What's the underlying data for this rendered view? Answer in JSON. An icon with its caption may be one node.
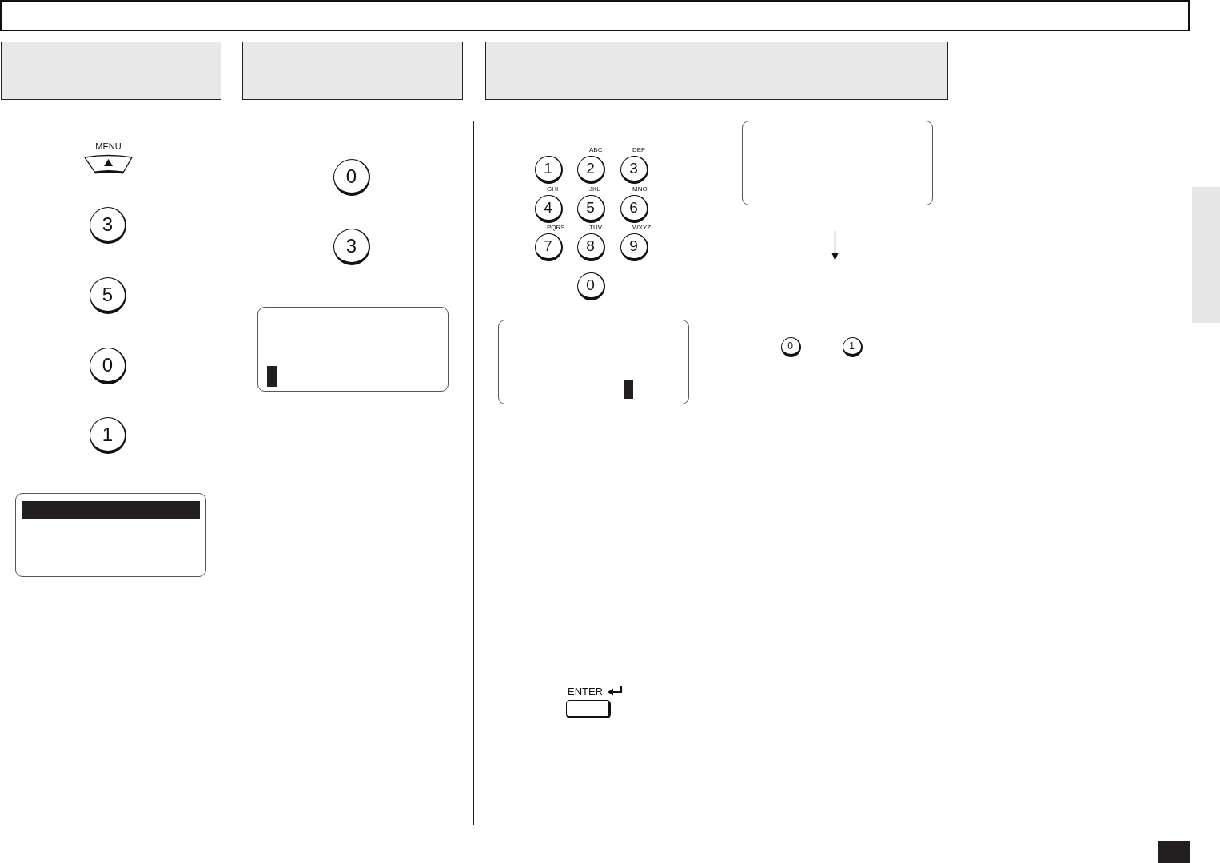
{
  "diagram": {
    "nodes": [
      {
        "text": [],
        "shape": "box"
      },
      {
        "text": [],
        "shape": "box"
      },
      {
        "text": [],
        "shape": "box"
      },
      {
        "text": [],
        "shape": "box"
      },
      {
        "text": [
          "MENU"
        ]
      },
      {
        "text": [
          "3"
        ]
      },
      {
        "text": [
          "5"
        ]
      },
      {
        "text": [
          "0"
        ]
      },
      {
        "text": [
          "1"
        ]
      },
      {
        "text": [],
        "shape": "box"
      },
      {
        "text": [
          "0"
        ]
      },
      {
        "text": [
          "3"
        ]
      },
      {
        "text": [],
        "shape": "box"
      },
      {
        "text": [
          "1"
        ]
      },
      {
        "text": [
          "2"
        ],
        "beside": [
          "ABC"
        ]
      },
      {
        "text": [
          "3"
        ],
        "beside": [
          "DEF"
        ]
      },
      {
        "text": [
          "4"
        ],
        "beside": [
          "GHI"
        ]
      },
      {
        "text": [
          "5"
        ],
        "beside": [
          "JKL"
        ]
      },
      {
        "text": [
          "6"
        ],
        "beside": [
          "MNO"
        ]
      },
      {
        "text": [
          "7"
        ],
        "beside": [
          "PQRS"
        ]
      },
      {
        "text": [
          "8"
        ],
        "beside": [
          "TUV"
        ]
      },
      {
        "text": [
          "9"
        ],
        "beside": [
          "WXYZ"
        ]
      },
      {
        "text": [
          "0"
        ]
      },
      {
        "text": [],
        "shape": "box"
      },
      {
        "text": [
          "ENTER"
        ]
      },
      {
        "text": [],
        "shape": "box"
      },
      {
        "text": [
          "0"
        ]
      },
      {
        "text": [
          "1"
        ]
      },
      {
        "text": [],
        "shape": "bar"
      }
    ]
  }
}
